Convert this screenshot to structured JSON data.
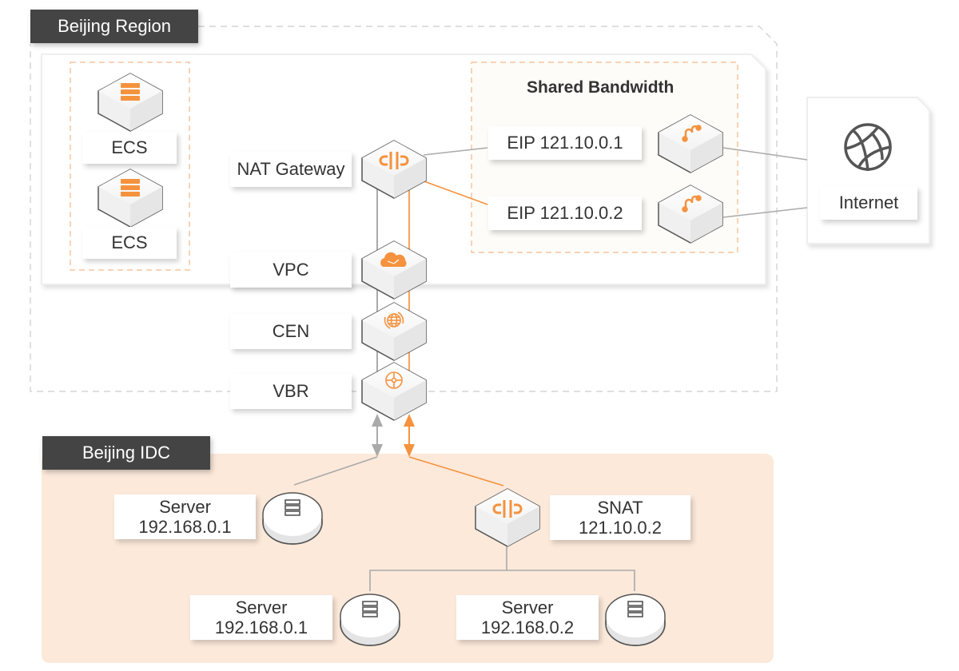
{
  "regions": {
    "beijing_region": "Beijing Region",
    "beijing_idc": "Beijing IDC"
  },
  "groups": {
    "shared_bandwidth": "Shared Bandwidth"
  },
  "nodes": {
    "ecs1": "ECS",
    "ecs2": "ECS",
    "nat_gateway": "NAT Gateway",
    "vpc": "VPC",
    "cen": "CEN",
    "vbr": "VBR",
    "eip1": "EIP 121.10.0.1",
    "eip2": "EIP 121.10.0.2",
    "internet": "Internet",
    "idc_server": {
      "name": "Server",
      "ip": "192.168.0.1"
    },
    "snat": {
      "name": "SNAT",
      "ip": "121.10.0.2"
    },
    "server_a": {
      "name": "Server",
      "ip": "192.168.0.1"
    },
    "server_b": {
      "name": "Server",
      "ip": "192.168.0.2"
    }
  },
  "icons": {
    "ecs": "server-stack-icon",
    "nat": "nat-gateway-icon",
    "vpc": "cloud-icon",
    "cen": "globe-sync-icon",
    "vbr": "router-icon",
    "eip": "eip-link-icon",
    "internet": "globe-icon",
    "server": "server-rack-icon"
  },
  "colors": {
    "accent": "#F5923E",
    "line_gray": "#AAAAAA",
    "tag_bg": "#444444",
    "idc_bg": "#FCE9DA",
    "dashed_orange": "#F5B88A"
  }
}
